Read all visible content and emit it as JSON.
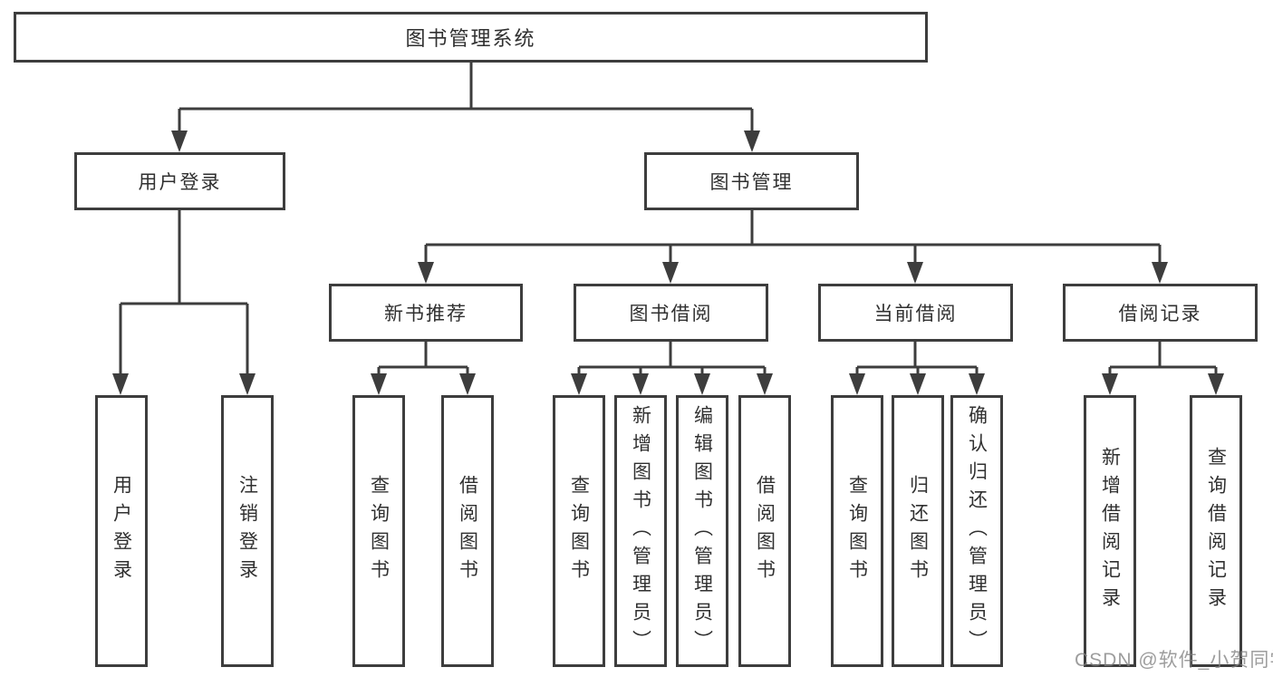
{
  "diagram": {
    "root": "图书管理系统",
    "level2": [
      "用户登录",
      "图书管理"
    ],
    "level3": [
      "新书推荐",
      "图书借阅",
      "当前借阅",
      "借阅记录"
    ],
    "leaves": {
      "user_login": [
        "用户登录",
        "注销登录"
      ],
      "new_book_recommend": [
        "查询图书",
        "借阅图书"
      ],
      "book_borrow": [
        "查询图书",
        "新增图书（管理员）",
        "编辑图书（管理员）",
        "借阅图书"
      ],
      "current_borrow": [
        "查询图书",
        "归还图书",
        "确认归还（管理员）"
      ],
      "borrow_records": [
        "新增借阅记录",
        "查询借阅记录"
      ]
    }
  },
  "watermark": "CSDN @软件_小贺同学",
  "colors": {
    "line": "#3d3d3d",
    "text": "#303030",
    "background": "#ffffff",
    "watermark": "#828282"
  }
}
